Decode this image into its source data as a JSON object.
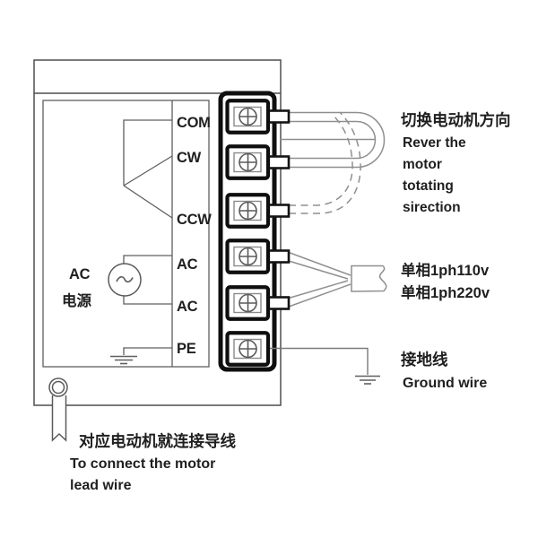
{
  "device": {
    "terminal_labels": [
      "COM",
      "CW",
      "CCW",
      "AC",
      "AC",
      "PE"
    ],
    "power_source": {
      "line1": "AC",
      "line2": "电源"
    }
  },
  "annotations": {
    "direction_zh": "切换电动机方向",
    "direction_en": [
      "Rever the",
      "motor",
      "totating",
      "sirection"
    ],
    "phase_110": "单相1ph110v",
    "phase_220": "单相1ph220v",
    "ground_zh": "接地线",
    "ground_en": "Ground wire",
    "lead_zh": "对应电动机就连接导线",
    "lead_en1": "To connect the motor",
    "lead_en2": "lead wire"
  },
  "colors": {
    "background": "#ffffff",
    "outline": "#4f4f4f",
    "terminal_block": "#0f0f0f",
    "wire_gray": "#8f8f8f",
    "text": "#1f1f1f"
  }
}
